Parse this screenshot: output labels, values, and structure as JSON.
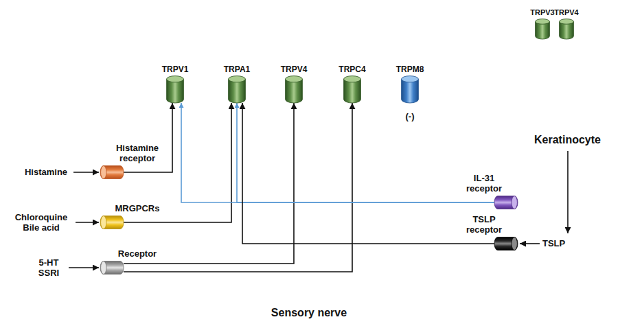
{
  "diagram": {
    "nodes": [
      {
        "text": [
          "Sensory nerve"
        ]
      },
      {
        "text": [
          "TRPV1"
        ],
        "in": 0
      },
      {
        "text": [
          "TRPA1"
        ],
        "in": 0
      },
      {
        "text": [
          "TRPV4"
        ],
        "in": 0
      },
      {
        "text": [
          "TRPC4"
        ],
        "in": 0
      },
      {
        "text": [
          "TRPM8",
          "(-)"
        ],
        "in": 0
      },
      {
        "text": [
          "Histamine receptor"
        ],
        "in": 0
      },
      {
        "text": [
          "MRGPCRs"
        ],
        "in": 0
      },
      {
        "text": [
          "Receptor"
        ],
        "in": 0
      },
      {
        "text": [
          "IL-31 receptor"
        ],
        "in": 0
      },
      {
        "text": [
          "TSLP receptor"
        ],
        "in": 0
      },
      {
        "text": [
          "Keratinocyte"
        ]
      },
      {
        "text": [
          "TRPV3"
        ],
        "in": 11
      },
      {
        "text": [
          "TRPV4"
        ],
        "in": 11
      }
    ],
    "edges": [
      {
        "from": 6,
        "to": 1,
        "arrow": "to"
      },
      {
        "from": 7,
        "to": 2,
        "arrow": "to"
      },
      {
        "from": 8,
        "to": 3,
        "arrow": "to"
      },
      {
        "from": 8,
        "to": 4,
        "arrow": "to"
      },
      {
        "from": 9,
        "to": 1,
        "arrow": "to"
      },
      {
        "from": 9,
        "to": 2,
        "arrow": "to"
      },
      {
        "from": 10,
        "to": 2,
        "arrow": "to"
      }
    ],
    "labels": [
      "Histamine",
      "Chloroquine Bile acid",
      "5-HT SSRI",
      "TSLP"
    ]
  }
}
